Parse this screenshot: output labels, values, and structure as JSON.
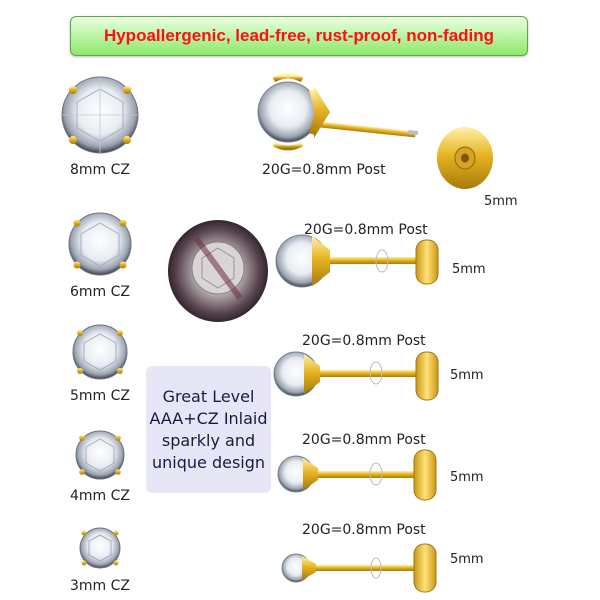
{
  "banner": {
    "text": "Hypoallergenic, lead-free, rust-proof, non-fading"
  },
  "colors": {
    "banner_text": "#ff1010",
    "banner_bg": "#8ee86a",
    "gold": "#e6b422",
    "info_bg": "#e7e6f7"
  },
  "stones": [
    {
      "label": "8mm CZ"
    },
    {
      "label": "6mm CZ"
    },
    {
      "label": "5mm CZ"
    },
    {
      "label": "4mm CZ"
    },
    {
      "label": "3mm CZ"
    }
  ],
  "earrings": [
    {
      "post_label": "20G=0.8mm Post",
      "back_size": "5mm"
    },
    {
      "post_label": "20G=0.8mm Post",
      "back_size": "5mm"
    },
    {
      "post_label": "20G=0.8mm Post",
      "back_size": "5mm"
    },
    {
      "post_label": "20G=0.8mm Post",
      "back_size": "5mm"
    },
    {
      "post_label": "20G=0.8mm Post",
      "back_size": "5mm"
    }
  ],
  "info": {
    "lines": [
      "Great Level",
      "AAA+CZ Inlaid",
      "sparkly and",
      "unique design"
    ]
  }
}
